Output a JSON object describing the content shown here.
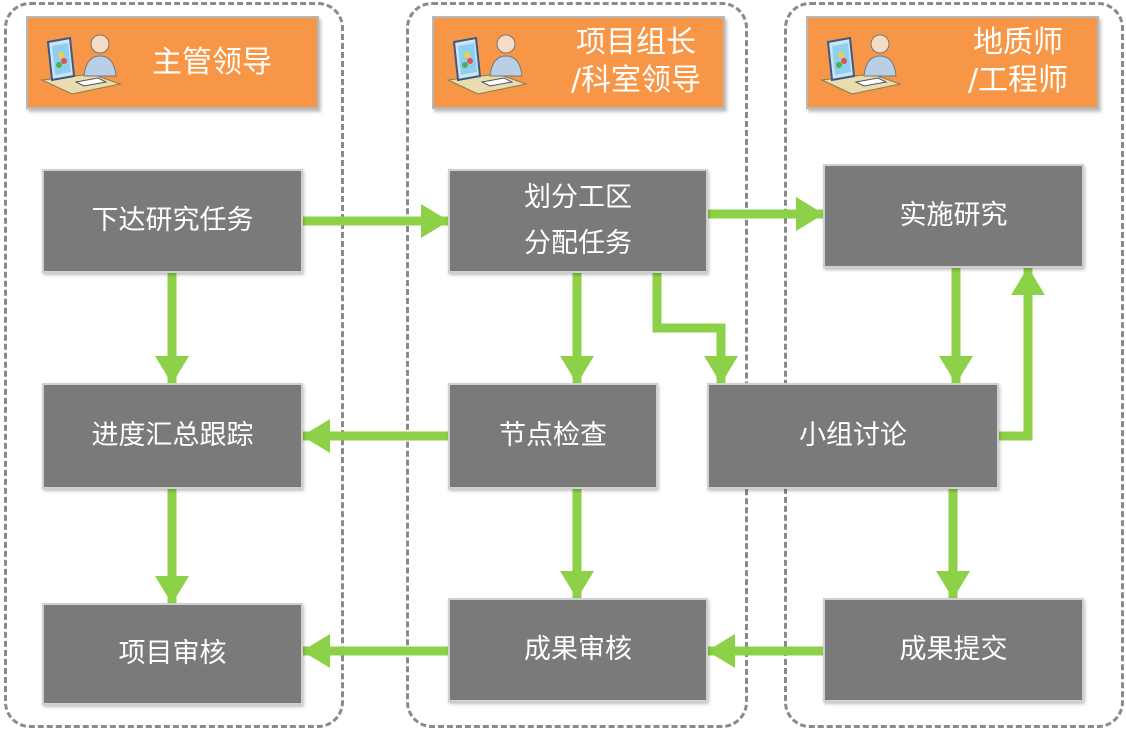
{
  "lanes": [
    {
      "role": [
        "主管领导"
      ]
    },
    {
      "role": [
        "项目组长",
        "/科室领导"
      ]
    },
    {
      "role": [
        "地质师",
        "/工程师"
      ]
    }
  ],
  "nodes": {
    "issue_task": [
      "下达研究任务"
    ],
    "divide_area": [
      "划分工区",
      "分配任务"
    ],
    "implement": [
      "实施研究"
    ],
    "progress": [
      "进度汇总跟踪"
    ],
    "checkpoint": [
      "节点检查"
    ],
    "discussion": [
      "小组讨论"
    ],
    "project_review": [
      "项目审核"
    ],
    "result_review": [
      "成果审核"
    ],
    "result_submit": [
      "成果提交"
    ]
  },
  "icon": "office-worker-at-computer-icon",
  "colors": {
    "role_bg": "#f79646",
    "box_bg": "#7a7a7a",
    "arrow": "#8cd147",
    "lane_border": "#8a8a8a"
  }
}
